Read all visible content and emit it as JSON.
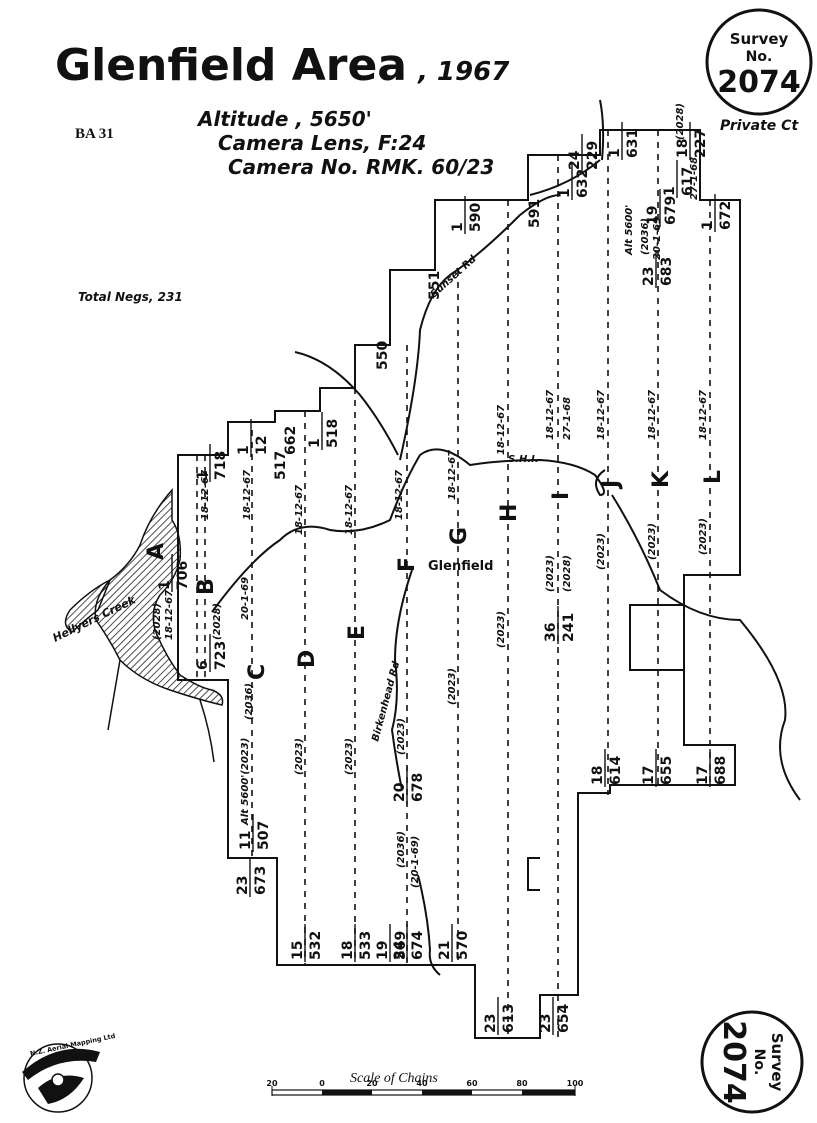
{
  "header": {
    "title": "Glenfield Area",
    "year": ", 1967",
    "ref": "BA 31",
    "altitude": "Altitude , 5650'",
    "lens": "Camera Lens, F:24",
    "camera": "Camera No. RMK. 60/23",
    "total_negs": "Total Negs, 231"
  },
  "stamp_top": {
    "l1": "Survey",
    "l2": "No.",
    "l3": "2074",
    "caption": "Private Ct"
  },
  "stamp_bottom": {
    "l1": "Survey",
    "l2": "No.",
    "l3": "2074"
  },
  "logo": {
    "text": "N.Z. Aerial Mapping Ltd"
  },
  "scale": {
    "title": "Scale of Chains",
    "ticks": [
      "20",
      "0",
      "20",
      "40",
      "60",
      "80",
      "100"
    ]
  },
  "places": {
    "glenfield": "Glenfield",
    "hellyers_creek": "Hellyers Creek",
    "birkenhead_rd": "Birkenhead Rd",
    "sunset_rd": "Sunset Rd",
    "shi": "S.H.I."
  },
  "strips": [
    {
      "letter": "A",
      "date": "18-12-67",
      "top": "1 | 718",
      "bottom": "(2028) 18-12-67 | 706"
    },
    {
      "letter": "B",
      "date": "18-12-67",
      "top": "1 | 12",
      "bottom": "(2028) | 6 | 723"
    },
    {
      "letter": "C",
      "date": "20-1-69",
      "top": "517 | 662",
      "bottom": "Alt 5600' (2023) (2036) | 11 | 507 | 23 | 673"
    },
    {
      "letter": "D",
      "date": "18-12-67",
      "top": "1 | 518",
      "bottom": "(2023) | 15 | 532"
    },
    {
      "letter": "E",
      "date": "18-12-67",
      "top": "550",
      "bottom": "(2023) | 18 | 533"
    },
    {
      "letter": "F",
      "date": "18-12-67",
      "top": "551",
      "bottom": "(2023) | 20 | 678 | (2036) (20-1-69) | 19 | 24 | 569 | 674"
    },
    {
      "letter": "G",
      "date": "18-12-67",
      "top": "1 | 590",
      "bottom": "(2023) | 21 | 570"
    },
    {
      "letter": "H",
      "date": "18-12-67",
      "top": "591",
      "bottom": "(2023) | 23 | 613"
    },
    {
      "letter": "I",
      "date": "18-12-67 27-1-68",
      "top": "1 | 24 | 632 | 229",
      "bottom": "(2023) (2028) | 36 | 241 | 23 | 654"
    },
    {
      "letter": "J",
      "date": "18-12-67",
      "top": "1 | 631",
      "bottom": "(2023) | 18 | 614"
    },
    {
      "letter": "K",
      "date": "18-12-67",
      "top": "Alt 5600' (2036) 20-1-69 | 23 | 683 | 19 | 679 | 1 | 18 | 617 | 227 | (2028) 27-1-68",
      "bottom": "(2023) | 17 | 655"
    },
    {
      "letter": "L",
      "date": "18-12-67",
      "top": "1 | 672",
      "bottom": "(2023) | 17 | 688"
    }
  ],
  "nums": {
    "a_top_n": "1",
    "a_top_f": "718",
    "a_mid_n": "1",
    "a_mid_f": "706",
    "b_top_n": "1",
    "b_top_f": "12",
    "b_mid_n": "6",
    "b_mid_f": "723",
    "c_top_f": "517",
    "c_top2_f": "662",
    "c_bot_n": "11",
    "c_bot_f": "507",
    "c_bot2_n": "23",
    "c_bot2_f": "673",
    "d_top_n": "1",
    "d_top_f": "518",
    "d_bot_n": "15",
    "d_bot_f": "532",
    "e_top_f": "550",
    "e_bot_n": "18",
    "e_bot_f": "533",
    "f_top_f": "551",
    "f_mid_n": "20",
    "f_mid_f": "678",
    "f_bot_n": "19",
    "f_bot_f": "569",
    "f_bot2_n": "24",
    "f_bot2_f": "674",
    "g_top_n": "1",
    "g_top_f": "590",
    "g_bot_n": "21",
    "g_bot_f": "570",
    "h_top_f": "591",
    "h_bot_n": "23",
    "h_bot_f": "613",
    "i_top_n": "1",
    "i_top_f": "632",
    "i_top2_n": "24",
    "i_top2_f": "229",
    "i_mid_n": "36",
    "i_mid_f": "241",
    "i_bot_n": "23",
    "i_bot_f": "654",
    "j_top_n": "1",
    "j_top_f": "631",
    "j_bot_n": "18",
    "j_bot_f": "614",
    "k_top_n": "1",
    "k_top_f": "617",
    "k_top2_n": "18",
    "k_top2_f": "227",
    "k_mid_n": "19",
    "k_mid_f": "679",
    "k_mid2_n": "23",
    "k_mid2_f": "683",
    "k_bot_n": "17",
    "k_bot_f": "655",
    "l_top_n": "1",
    "l_top_f": "672",
    "l_bot_n": "17",
    "l_bot_f": "688"
  },
  "notes": {
    "hd": "18-12-67",
    "hd2": "27-1-68",
    "c_date": "20-1-69",
    "n2023": "(2023)",
    "n2028": "(2028)",
    "n2036": "(2036)",
    "alt5600": "Alt 5600'",
    "alt5600b": "Alt 5600'(2023)",
    "f_special": "(2036)",
    "f_special2": "(20-1-69)",
    "k_2028": "(2028)",
    "k_2036": "(2036)",
    "k_date2": "20-1-69"
  }
}
